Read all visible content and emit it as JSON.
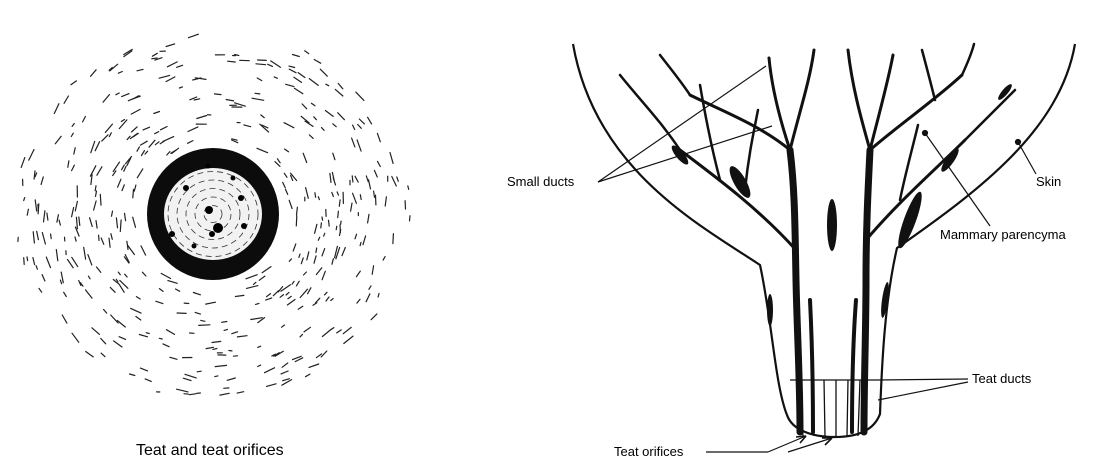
{
  "left_panel": {
    "caption": "Teat and teat orifices"
  },
  "right_panel": {
    "labels": {
      "small_ducts": "Small ducts",
      "skin": "Skin",
      "mammary_parenchyma": "Mammary parencyma",
      "teat_ducts": "Teat ducts",
      "teat_orifices": "Teat orifices"
    }
  },
  "colors": {
    "ink": "#111111",
    "background": "#ffffff"
  }
}
